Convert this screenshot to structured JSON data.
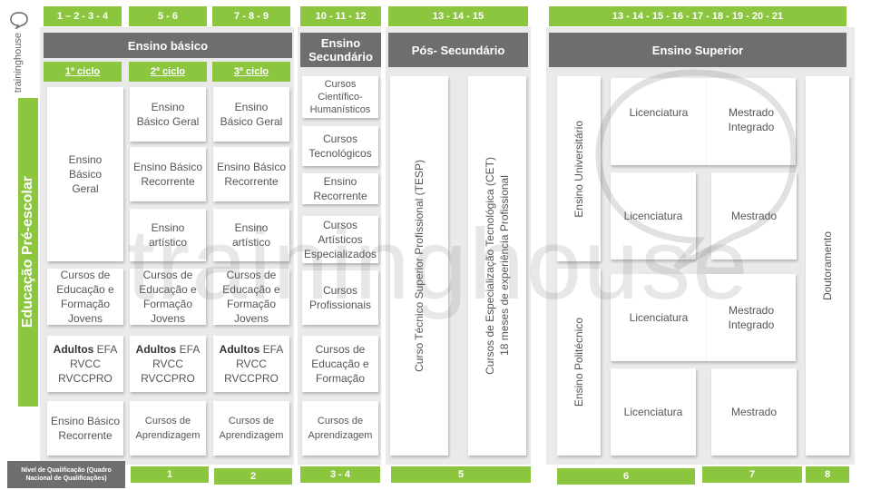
{
  "logo_text": "traininghouse",
  "watermark": "traininghouse",
  "side_label": "Educação Pré-escolar",
  "years": [
    "1 – 2 - 3 - 4",
    "5 - 6",
    "7 - 8 - 9",
    "10 - 11 - 12",
    "13 - 14 - 15",
    "13 - 14 - 15 - 16 - 17 - 18 - 19 - 20 - 21"
  ],
  "headers": {
    "basico": "Ensino básico",
    "secundario": "Ensino Secundário",
    "pos_secundario": "Pós- Secundário",
    "superior": "Ensino Superior"
  },
  "ciclos": [
    "1º ciclo",
    "2º ciclo",
    "3º ciclo"
  ],
  "col1": {
    "geral": "Ensino Básico Geral",
    "cef": "Cursos de Educação e Formação Jovens",
    "adultos_bold": "Adultos",
    "adultos_rest": " EFA RVCC RVCCPRO",
    "recorrente": "Ensino Básico Recorrente"
  },
  "col2": {
    "geral": "Ensino Básico Geral",
    "recorrente": "Ensino Básico Recorrente",
    "artistico": "Ensino artístico",
    "cef": "Cursos de Educação e Formação Jovens",
    "adultos_bold": "Adultos",
    "adultos_rest": " EFA RVCC RVCCPRO",
    "aprendizagem": "Cursos de Aprendizagem"
  },
  "col3": {
    "geral": "Ensino Básico Geral",
    "recorrente": "Ensino Básico Recorrente",
    "artistico": "Ensino artístico",
    "cef": "Cursos de Educação e Formação Jovens",
    "adultos_bold": "Adultos",
    "adultos_rest": " EFA RVCC RVCCPRO",
    "aprendizagem": "Cursos de Aprendizagem"
  },
  "secundario": {
    "cientifico": "Cursos Científico- Humanísticos",
    "tecnologicos": "Cursos Tecnológicos",
    "recorrente": "Ensino Recorrente",
    "artisticos": "Cursos Artísticos Especializados",
    "profissionais": "Cursos Profissionais",
    "cef": "Cursos de Educação e Formação",
    "aprendizagem": "Cursos de Aprendizagem"
  },
  "pos_secundario": {
    "tesp": "Curso Técnico Superior Profissional (TESP)",
    "cet_line1": "Cursos de Especialização Tecnológica (CET)",
    "cet_line2": "18 meses de experiência Profissional"
  },
  "superior": {
    "universitario": "Ensino Universitário",
    "politecnico": "Ensino Politécnico",
    "licenciatura": "Licenciatura",
    "mestrado_integrado": "Mestrado Integrado",
    "mestrado": "Mestrado",
    "doutoramento": "Doutoramento"
  },
  "nivel_label": "Nível de Qualificação (Quadro Nacional de Qualificações)",
  "niveis": [
    "1",
    "2",
    "3 - 4",
    "5",
    "6",
    "7",
    "8"
  ]
}
